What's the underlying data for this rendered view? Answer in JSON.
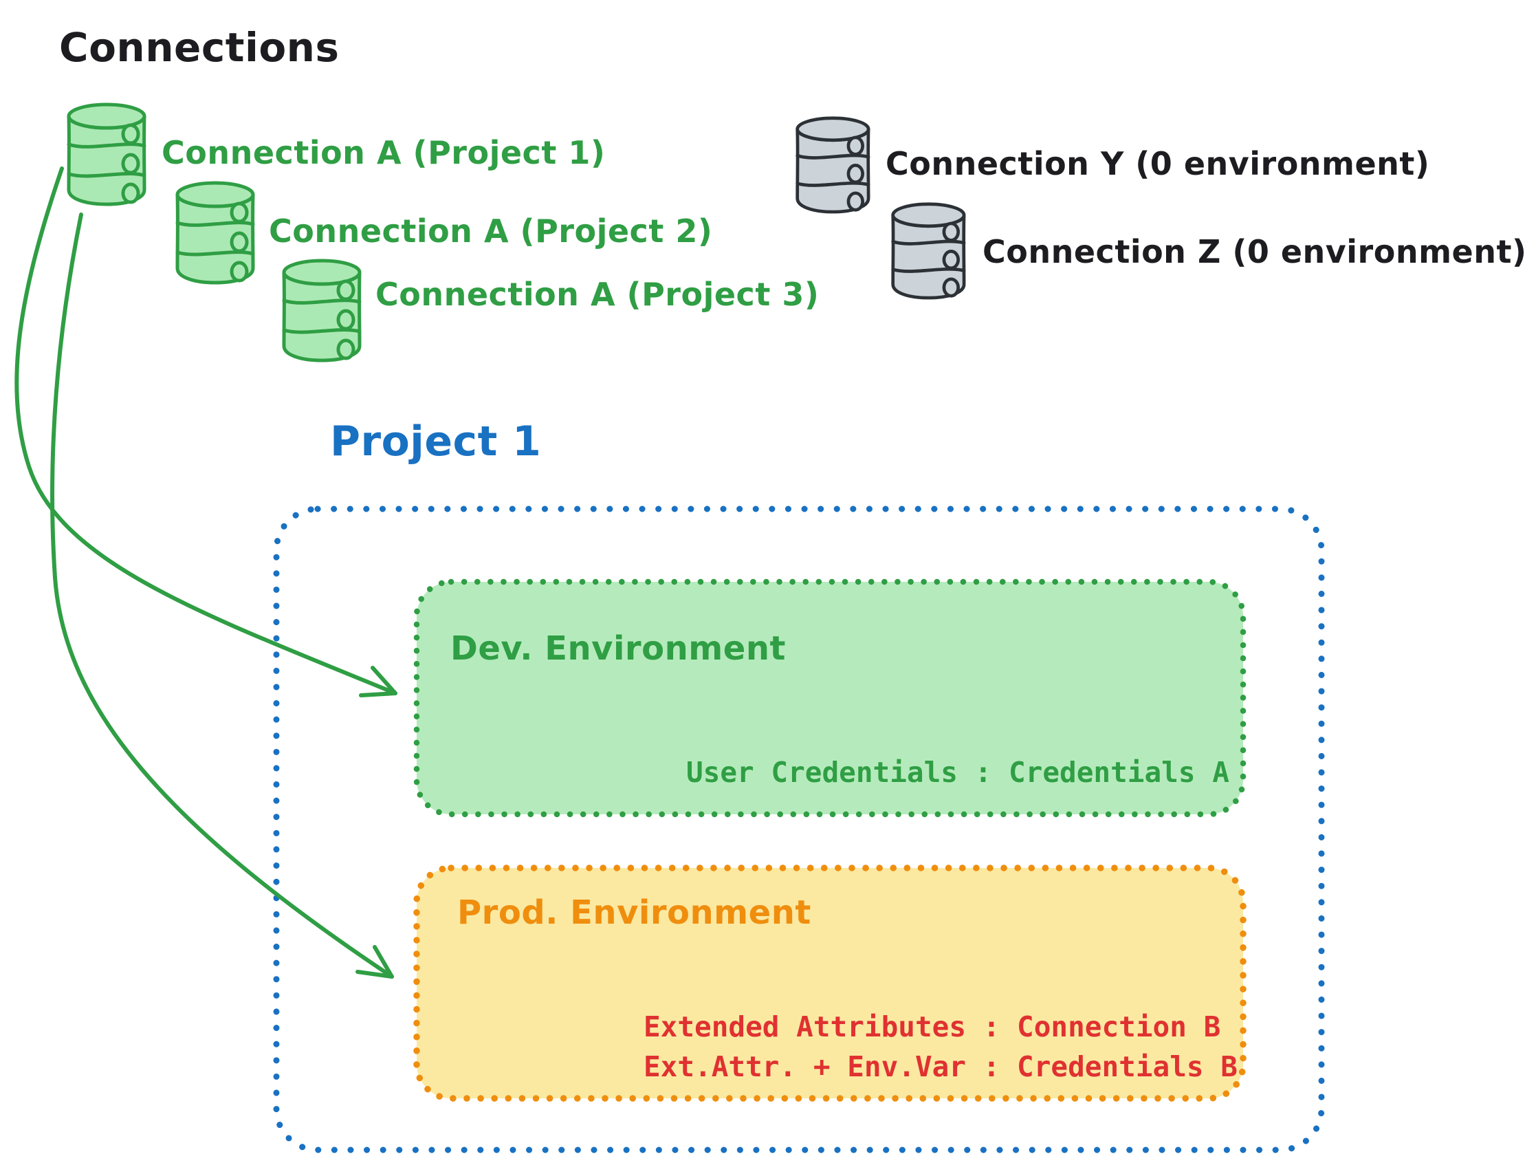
{
  "page": {
    "title": "Connections"
  },
  "colors": {
    "black": "#1d1d21",
    "green": "#2f9e44",
    "green_fill": "#abe9b4",
    "dev_fill": "#b5ebbc",
    "gray_fill": "#ccd3d9",
    "gray_stroke": "#2c3136",
    "blue": "#1971c2",
    "yellow_fill": "#fbe9a2",
    "orange": "#ef8e0e",
    "red": "#e03131"
  },
  "connections": {
    "project_a": [
      {
        "label": "Connection A (Project 1)"
      },
      {
        "label": "Connection A (Project 2)"
      },
      {
        "label": "Connection A (Project 3)"
      }
    ],
    "unassigned": [
      {
        "label": "Connection Y (0 environment)"
      },
      {
        "label": "Connection Z (0 environment)"
      }
    ]
  },
  "project": {
    "title": "Project 1",
    "dev": {
      "title": "Dev. Environment",
      "mapping": "User Credentials : Credentials A"
    },
    "prod": {
      "title": "Prod. Environment",
      "mappings": [
        "Extended Attributes : Connection B",
        "Ext.Attr. + Env.Var : Credentials B"
      ]
    }
  }
}
